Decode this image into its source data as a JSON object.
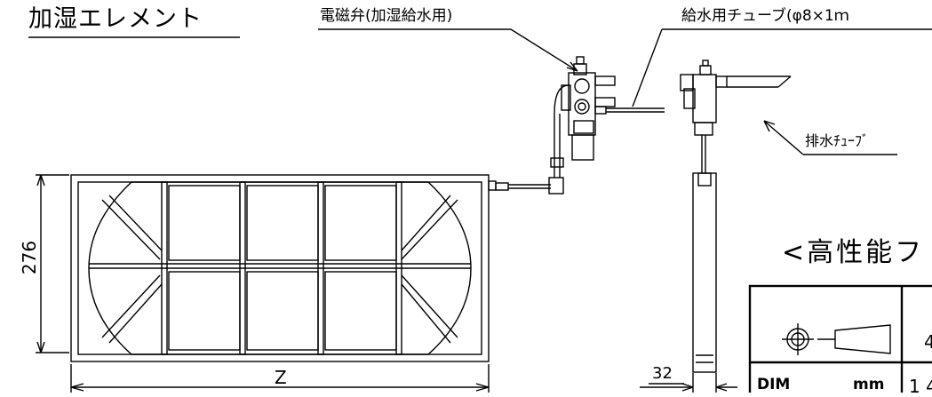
{
  "labels": {
    "element": "加湿エレメント",
    "valve": "電磁弁(加湿給水用)",
    "supply_tube": "給水用チューブ(φ8×1ｍ",
    "drain_tube": "排水ﾁｭｰﾌﾞ",
    "height_dim": "276",
    "width_dim": "Z",
    "thickness_dim": "32",
    "table_title": "<高性能フ",
    "table_dim": "DIM",
    "table_unit": "mm",
    "table_value_partial": "1 4",
    "table_header_partial": "4"
  },
  "colors": {
    "line": "#000000",
    "background": "#ffffff"
  }
}
